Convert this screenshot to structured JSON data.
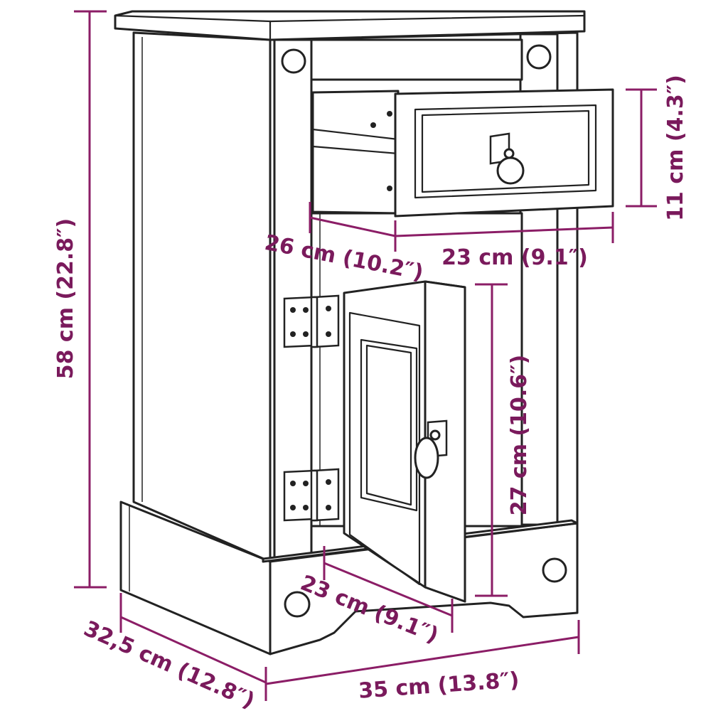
{
  "colors": {
    "dimension": "#8b1d66",
    "outline": "#222222",
    "background": "#ffffff"
  },
  "dimensions": {
    "height": "58 cm (22.8″)",
    "drawer_depth": "26 cm (10.2″)",
    "drawer_width": "23 cm (9.1″)",
    "drawer_height": "11 cm (4.3″)",
    "door_height": "27 cm (10.6″)",
    "door_width": "23 cm (9.1″)",
    "depth": "32,5 cm (12.8″)",
    "width": "35 cm (13.8″)"
  }
}
